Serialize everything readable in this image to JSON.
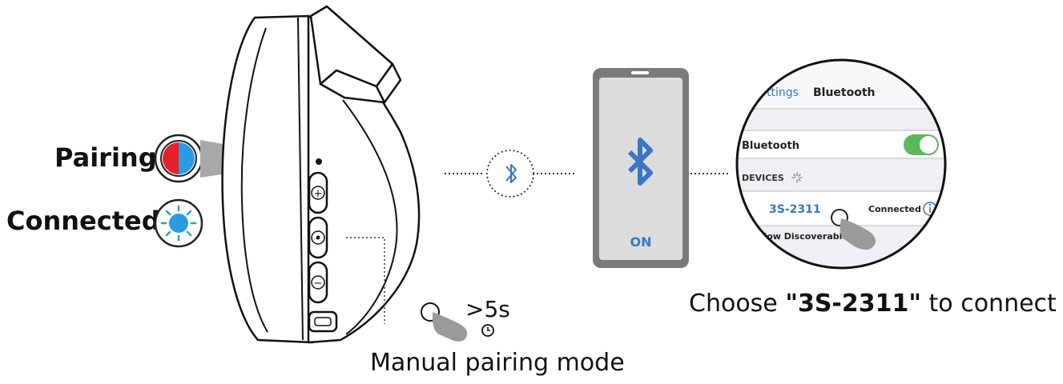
{
  "led": {
    "pairing_label": "Pairing",
    "connected_label": "Connected",
    "pairing_colors": [
      "#e8202a",
      "#2b9be0"
    ],
    "connected_color": "#2b9be0"
  },
  "headphone": {
    "plus_symbol": "+",
    "minus_symbol": "−"
  },
  "press": {
    "duration_label": ">5s"
  },
  "phone": {
    "status_label": "ON",
    "accent_color": "#3a76c4"
  },
  "settings": {
    "back_label": "ttings",
    "title": "Bluetooth",
    "bluetooth_row_label": "Bluetooth",
    "bluetooth_toggle_on": true,
    "devices_header": "DEVICES",
    "device_name": "3S-2311",
    "device_status": "Connected",
    "discoverable_text": "Now Discoverable",
    "toggle_color": "#5cb85c"
  },
  "captions": {
    "manual_pairing": "Manual pairing mode",
    "choose_prefix": "Choose",
    "choose_device": "\"3S-2311\"",
    "choose_suffix": "to connect"
  }
}
